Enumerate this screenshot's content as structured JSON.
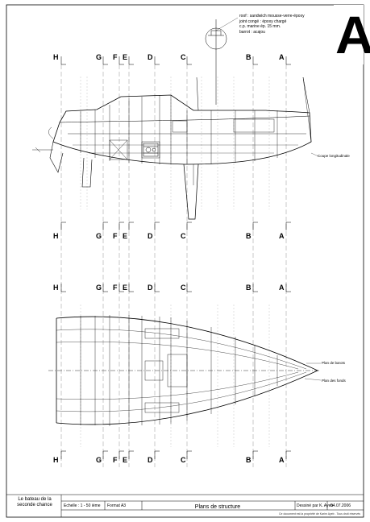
{
  "notes": {
    "roof": "roof : sandwich mousse-verre-époxy",
    "joint": "joint congé : époxy chargé",
    "cp": "c.p. marine ép. 15 mm.",
    "barrot": "barrot : acajou"
  },
  "sheet_letter": "A",
  "section_letters": [
    "H",
    "G",
    "F",
    "E",
    "D",
    "C",
    "B",
    "A"
  ],
  "callouts": {
    "longitudinal": "Coupe longitudinale",
    "barrots": "Plan de barots",
    "fonds": "Plan des fonds"
  },
  "title_block": {
    "project_line1": "Le bateau de la",
    "project_line2": "seconde chance",
    "scale": "Echelle : 1 - 50 ième",
    "format": "Format A3",
    "sheet_title": "Plans de structure",
    "drawn_by": "Dessiné par K. Ayeb",
    "date": "04.07.2006",
    "copyright": "Ce document est la propriété de Karim Ayeb . Tous droit réservés"
  }
}
